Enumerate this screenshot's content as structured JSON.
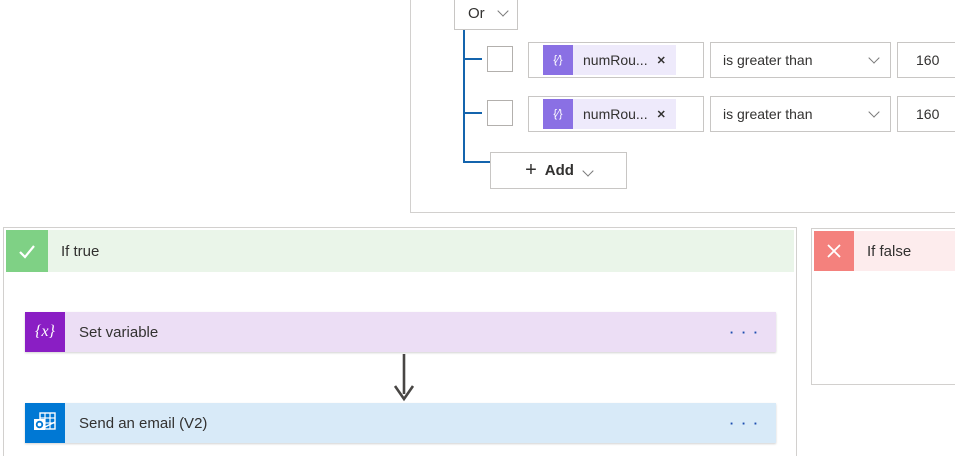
{
  "condition": {
    "join_operator": "Or",
    "rows": [
      {
        "token": "numRou...",
        "operator": "is greater than",
        "value": "160"
      },
      {
        "token": "numRou...",
        "operator": "is greater than",
        "value": "160"
      }
    ],
    "add_label": "Add"
  },
  "if_true": {
    "label": "If true",
    "actions": [
      {
        "title": "Set variable"
      },
      {
        "title": "Send an email (V2)"
      }
    ]
  },
  "if_false": {
    "label": "If false"
  },
  "icons": {
    "variable_token": "{⁄}",
    "set_variable": "{x}",
    "close": "✕",
    "plus": "+",
    "ellipsis": "· · ·"
  },
  "colors": {
    "tree_line": "#1464ad",
    "token_icon_bg": "#8a70e4",
    "token_pill_bg": "#eeeafb",
    "true_accent": "#7fd185",
    "true_header_bg": "#eaf5e9",
    "false_accent": "#f4817d",
    "false_header_bg": "#fdeced",
    "set_variable_icon_bg": "#8a1ec4",
    "set_variable_bar_bg": "#ecdef5",
    "outlook_icon_bg": "#0078d4",
    "email_bar_bg": "#d8eaf8",
    "ellipsis_color": "#1b4db0",
    "arrow_color": "#484644"
  }
}
